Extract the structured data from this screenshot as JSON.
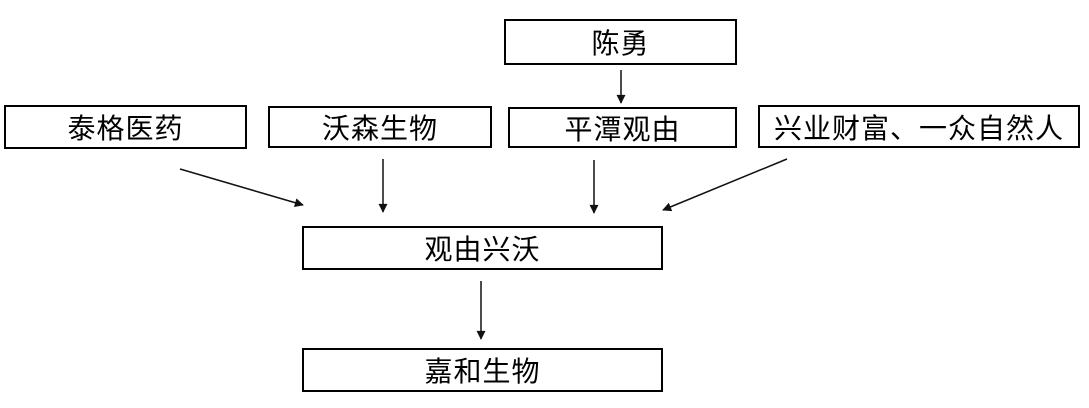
{
  "diagram": {
    "title": "equity-structure-chart",
    "nodes": {
      "chen_yong": {
        "label": "陈勇"
      },
      "taige": {
        "label": "泰格医药"
      },
      "wosen": {
        "label": "沃森生物"
      },
      "pingtan": {
        "label": "平潭观由"
      },
      "xingye": {
        "label": "兴业财富、一众自然人"
      },
      "guanyou": {
        "label": "观由兴沃"
      },
      "jiahe": {
        "label": "嘉和生物"
      }
    },
    "edges": [
      {
        "from": "陈勇",
        "to": "平潭观由"
      },
      {
        "from": "泰格医药",
        "to": "观由兴沃"
      },
      {
        "from": "沃森生物",
        "to": "观由兴沃"
      },
      {
        "from": "平潭观由",
        "to": "观由兴沃"
      },
      {
        "from": "兴业财富、一众自然人",
        "to": "观由兴沃"
      },
      {
        "from": "观由兴沃",
        "to": "嘉和生物"
      }
    ],
    "colors": {
      "background": "#ffffff",
      "box_border": "#000000",
      "box_fill": "#ffffff",
      "text": "#000000",
      "arrow": "#111111"
    }
  }
}
